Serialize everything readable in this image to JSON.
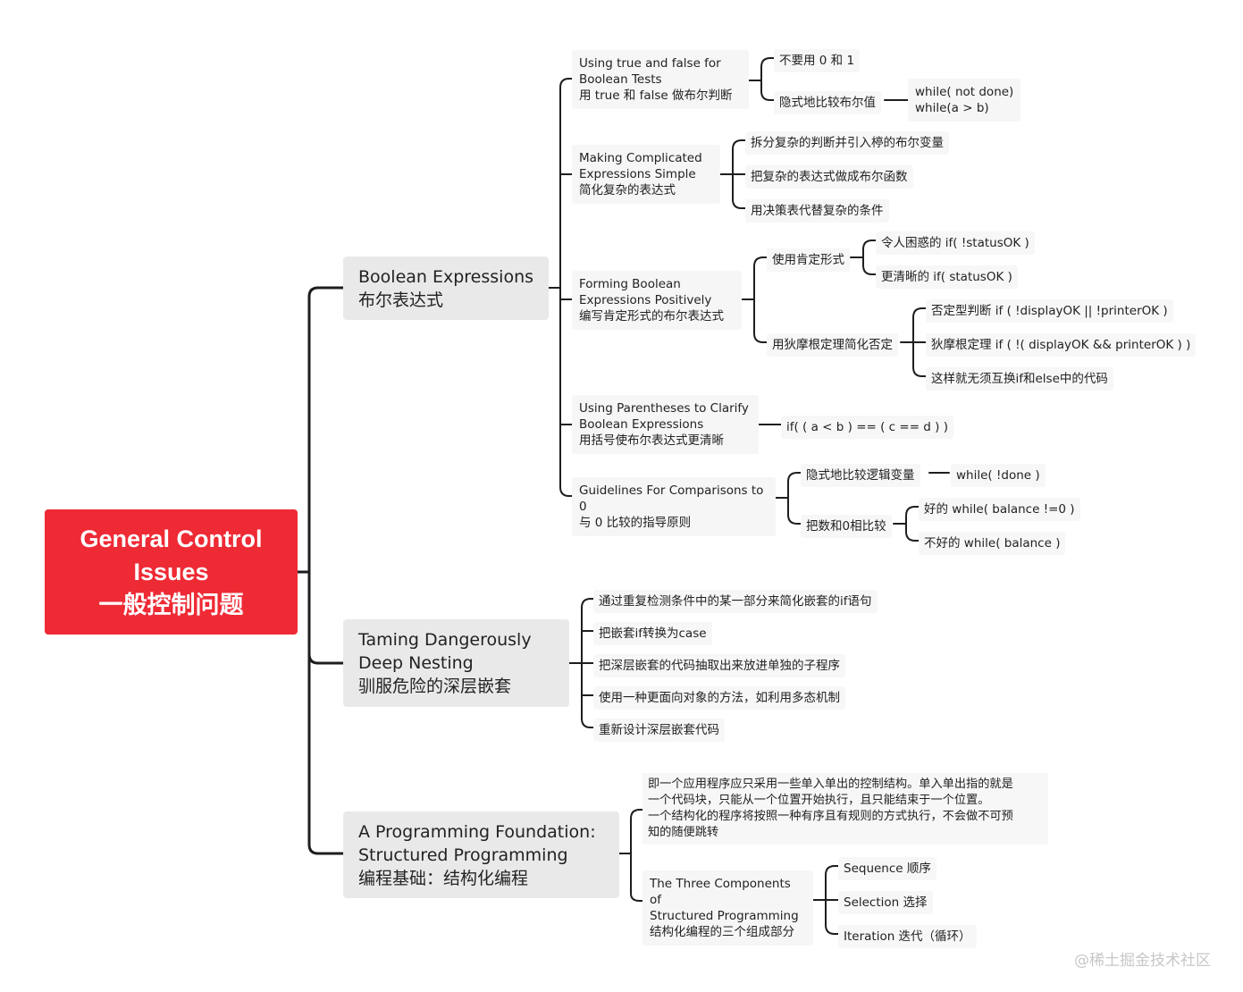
{
  "root": {
    "title": "General Control\nIssues\n一般控制问题"
  },
  "boolean": {
    "title": "Boolean Expressions\n布尔表达式",
    "true_false": {
      "title": "Using true and false for\nBoolean Tests\n用 true 和 false 做布尔判断",
      "no_01": "不要用 0 和 1",
      "implicit": "隐式地比较布尔值",
      "while_examples": "while( not done)\nwhile(a > b)"
    },
    "complicated": {
      "title": "Making Complicated\nExpressions Simple\n简化复杂的表达式",
      "items": [
        "拆分复杂的判断并引入楟的布尔变量",
        "把复杂的表达式做成布尔函数",
        "用决策表代替复杂的条件"
      ]
    },
    "positive": {
      "title": "Forming Boolean\nExpressions Positively\n编写肯定形式的布尔表达式",
      "use_positive": "使用肯定形式",
      "confusing": "令人困惑的  if( !statusOK )",
      "clearer": "更清晰的 if( statusOK )",
      "demorgan": "用狄摩根定理简化否定",
      "negative": "否定型判断 if ( !displayOK || !printerOK )",
      "demorgan_rule": "狄摩根定理 if ( !( displayOK && printerOK ) )",
      "no_swap": "这样就无须互换if和else中的代码"
    },
    "parentheses": {
      "title": "Using Parentheses to Clarify\nBoolean Expressions\n用括号使布尔表达式更清晰",
      "example": "if( ( a < b ) == ( c == d ) )"
    },
    "zero": {
      "title": "Guidelines For Comparisons to 0\n与 0 比较的指导原则",
      "implicit_logic": "隐式地比较逻辑变量",
      "while_done": "while( !done )",
      "compare_numbers": "把数和0相比较",
      "good": "好的 while( balance !=0 )",
      "bad": "不好的 while( balance )"
    }
  },
  "nesting": {
    "title": "Taming Dangerously\nDeep Nesting\n驯服危险的深层嵌套",
    "items": [
      "通过重复检测条件中的某一部分来简化嵌套的if语句",
      "把嵌套if转换为case",
      "把深层嵌套的代码抽取出来放进单独的子程序",
      "使用一种更面向对象的方法，如利用多态机制",
      "重新设计深层嵌套代码"
    ]
  },
  "structured": {
    "title": "A Programming Foundation:\nStructured Programming\n编程基础：结构化编程",
    "description": "即一个应用程序应只采用一些单入单出的控制结构。单入单出指的就是\n一个代码块，只能从一个位置开始执行，且只能结束于一个位置。\n一个结构化的程序将按照一种有序且有规则的方式执行，不会做不可预\n知的随便跳转",
    "components": {
      "title": "The Three Components of\nStructured Programming\n结构化编程的三个组成部分",
      "items": [
        "Sequence 顺序",
        "Selection 选择",
        "Iteration 迭代（循环）"
      ]
    }
  },
  "watermark": "@稀土掘金技术社区"
}
